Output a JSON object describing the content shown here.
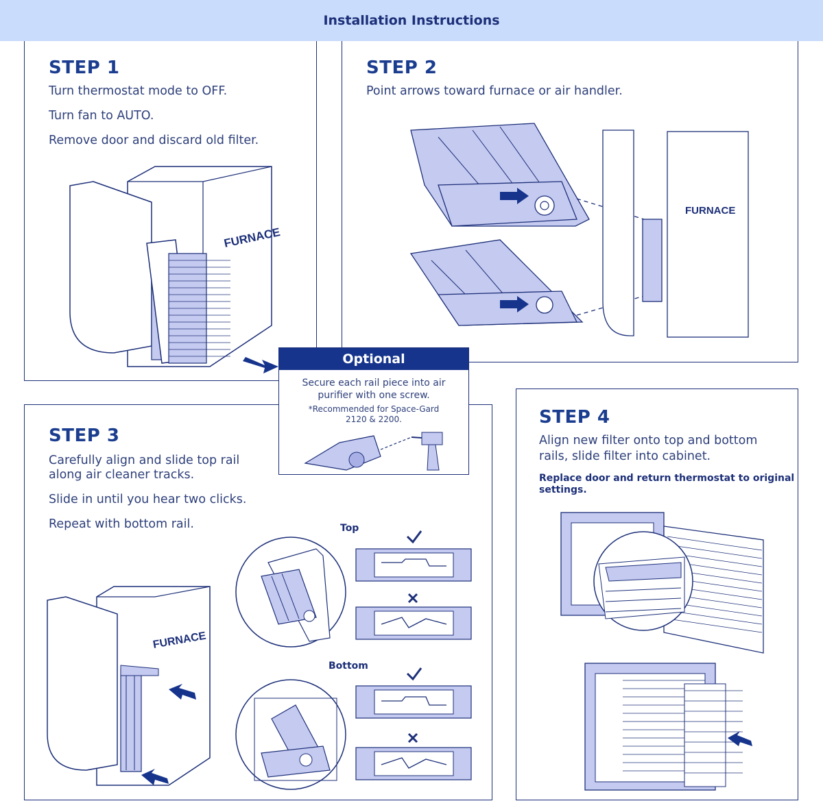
{
  "header": {
    "title": "Installation Instructions"
  },
  "steps": [
    {
      "title": "STEP 1",
      "lines": [
        "Turn thermostat mode to OFF.",
        "Turn fan to AUTO.",
        "Remove door and discard old filter."
      ],
      "label": "FURNACE"
    },
    {
      "title": "STEP 2",
      "lines": [
        "Point arrows toward furnace or air handler."
      ],
      "label": "FURNACE"
    },
    {
      "title": "STEP 3",
      "lines": [
        "Carefully align and slide top rail",
        "along air cleaner tracks.",
        "Slide in until you hear two clicks.",
        "Repeat with bottom rail."
      ],
      "label": "FURNACE"
    },
    {
      "title": "STEP 4",
      "lines": [
        "Align new filter onto top and bottom",
        "rails, slide filter into cabinet."
      ],
      "note_lines": [
        "Replace door and return thermostat to original",
        "settings."
      ]
    }
  ],
  "optional": {
    "title": "Optional",
    "lines": [
      "Secure each rail piece into air",
      "purifier with one screw."
    ],
    "note_lines": [
      "*Recommended for Space-Gard",
      "2120 & 2200."
    ]
  },
  "rail_labels": {
    "top": "Top",
    "bottom": "Bottom"
  },
  "colors": {
    "primary": "#1c2f78",
    "accent": "#16348c",
    "header_bg": "#c9dcfb",
    "fill": "#c5caf0"
  }
}
